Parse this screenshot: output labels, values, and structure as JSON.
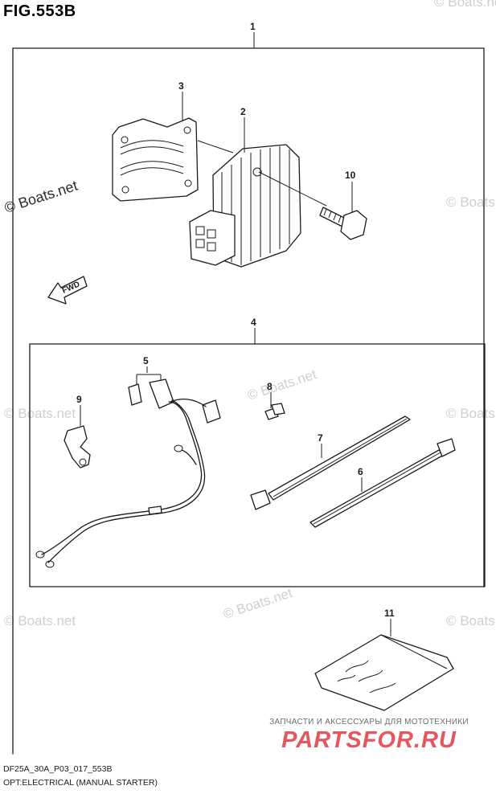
{
  "figure": {
    "title": "FIG.553B",
    "code": "DF25A_30A_P03_017_553B",
    "description": "OPT:ELECTRICAL (MANUAL STARTER)"
  },
  "watermark": {
    "text": "© Boats.net",
    "strong_text": "© Boats.net"
  },
  "fwd_label": "FWD",
  "callouts": {
    "c1": "1",
    "c2": "2",
    "c3": "3",
    "c4": "4",
    "c5": "5",
    "c6": "6",
    "c7": "7",
    "c8": "8",
    "c9": "9",
    "c10": "10",
    "c11": "11"
  },
  "shop": {
    "tagline": "ЗАПЧАСТИ И АКСЕССУАРЫ ДЛЯ МОТОТЕХНИКИ",
    "logo": "PARTSFOR.RU"
  },
  "colors": {
    "ink": "#1a1a1a",
    "watermark": "#cfcfcf",
    "shop_logo": "#e5575e"
  }
}
